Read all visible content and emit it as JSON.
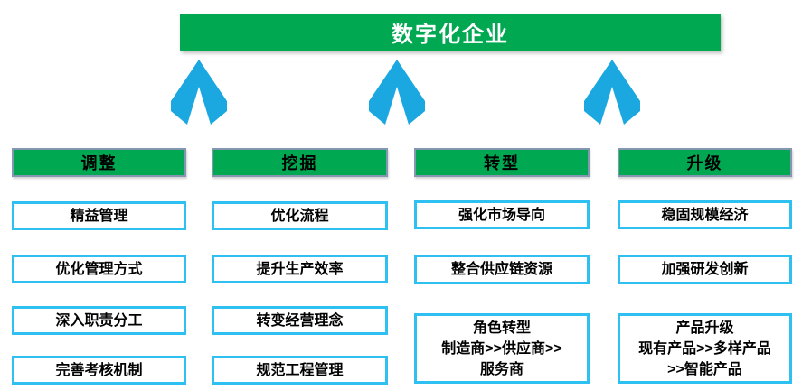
{
  "banner": {
    "label": "数字化企业"
  },
  "arrows": {
    "direction": "up",
    "count": 3
  },
  "colors": {
    "green": "#00A851",
    "arrow_blue": "#1BA7E0",
    "item_border": "#2EC0F0",
    "header_border": "#8496B0",
    "banner_text": "#FFFFFF",
    "text": "#000000"
  },
  "columns": [
    {
      "header": "调整",
      "items": [
        {
          "lines": [
            "精益管理"
          ]
        },
        {
          "lines": [
            "优化管理方式"
          ]
        },
        {
          "lines": [
            "深入职责分工"
          ]
        },
        {
          "lines": [
            "完善考核机制"
          ]
        }
      ]
    },
    {
      "header": "挖掘",
      "items": [
        {
          "lines": [
            "优化流程"
          ]
        },
        {
          "lines": [
            "提升生产效率"
          ]
        },
        {
          "lines": [
            "转变经营理念"
          ]
        },
        {
          "lines": [
            "规范工程管理"
          ]
        }
      ]
    },
    {
      "header": "转型",
      "items": [
        {
          "lines": [
            "强化市场导向"
          ]
        },
        {
          "lines": [
            "整合供应链资源"
          ]
        },
        {
          "lines": [
            "角色转型",
            "制造商>>供应商>>",
            "服务商"
          ]
        }
      ]
    },
    {
      "header": "升级",
      "items": [
        {
          "lines": [
            "稳固规模经济"
          ]
        },
        {
          "lines": [
            "加强研发创新"
          ]
        },
        {
          "lines": [
            "产品升级",
            "现有产品>>多样产品",
            ">>智能产品"
          ]
        }
      ]
    }
  ]
}
